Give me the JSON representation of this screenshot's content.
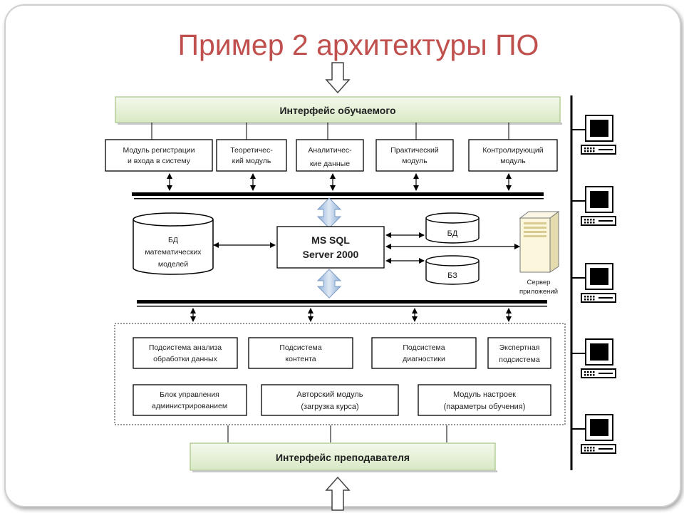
{
  "title": "Пример 2 архитектуры ПО",
  "student_interface": "Интерфейс обучаемого",
  "teacher_interface": "Интерфейс преподавателя",
  "modules": [
    {
      "l1": "Модуль регистрации",
      "l2": "и входа в систему"
    },
    {
      "l1": "Теоретичес-",
      "l2": "кий модуль"
    },
    {
      "l1": "Аналитичес-",
      "l2": "кие данные"
    },
    {
      "l1": "Практический",
      "l2": "модуль"
    },
    {
      "l1": "Контролирующий",
      "l2": "модуль"
    }
  ],
  "db_math": {
    "l1": "БД",
    "l2": "математических",
    "l3": "моделей"
  },
  "sql_server": {
    "l1": "MS SQL",
    "l2": "Server 2000"
  },
  "db": "БД",
  "kb": "БЗ",
  "app_server": {
    "l1": "Сервер",
    "l2": "приложений"
  },
  "subsystems": [
    {
      "l1": "Подсистема анализа",
      "l2": "обработки данных"
    },
    {
      "l1": "Подсистема",
      "l2": "контента"
    },
    {
      "l1": "Подсистема",
      "l2": "диагностики"
    },
    {
      "l1": "Экспертная",
      "l2": "подсистема"
    }
  ],
  "blocks": [
    {
      "l1": "Блок управления",
      "l2": "администрированием"
    },
    {
      "l1": "Авторский модуль",
      "l2": "(загрузка курса)"
    },
    {
      "l1": "Модуль настроек",
      "l2": "(параметры обучения)"
    }
  ],
  "colors": {
    "title": "#c0504d",
    "interface_fill_top": "#f4f9ec",
    "interface_fill_bottom": "#d8e9c4",
    "arrow_blue": "#9cb7d6"
  }
}
